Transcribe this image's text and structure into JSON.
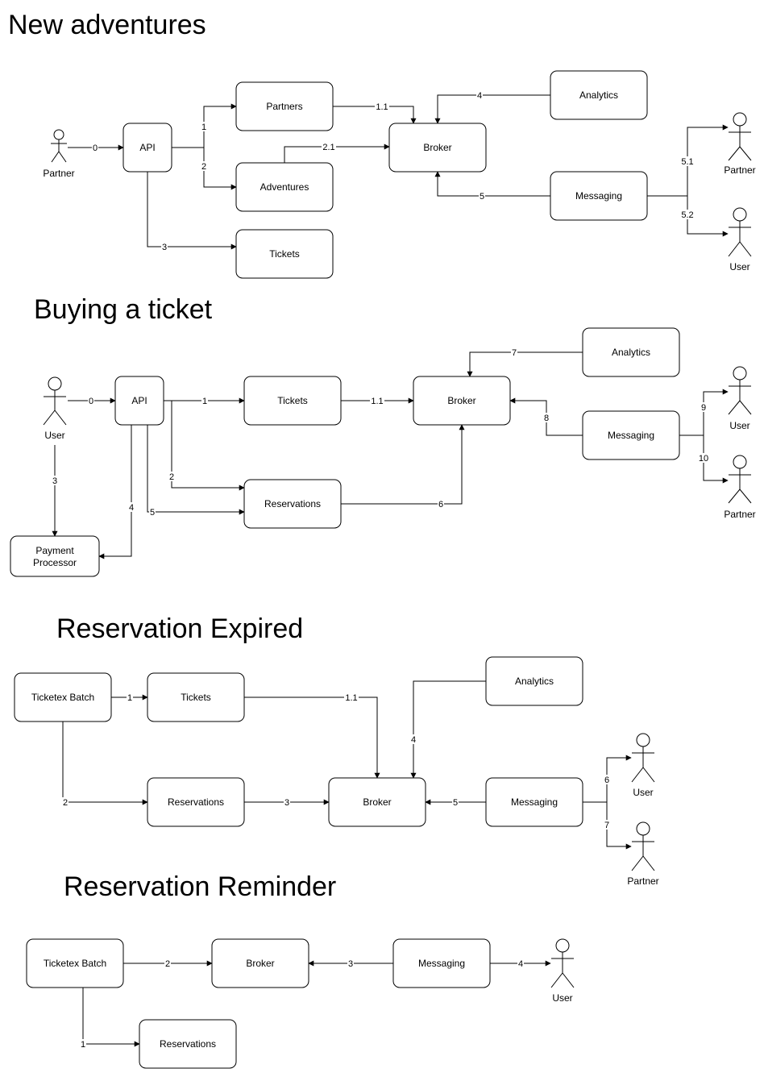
{
  "sections": [
    {
      "title": "New adventures",
      "nodes": {
        "api": "API",
        "partners": "Partners",
        "adventures": "Adventures",
        "tickets": "Tickets",
        "broker": "Broker",
        "analytics": "Analytics",
        "messaging": "Messaging"
      },
      "actors": {
        "partner_src": "Partner",
        "partner_dst": "Partner",
        "user_dst": "User"
      },
      "edges": [
        "0",
        "1",
        "2",
        "3",
        "1.1",
        "2.1",
        "4",
        "5",
        "5.1",
        "5.2"
      ]
    },
    {
      "title": "Buying a ticket",
      "nodes": {
        "api": "API",
        "tickets": "Tickets",
        "broker": "Broker",
        "analytics": "Analytics",
        "messaging": "Messaging",
        "reservations": "Reservations",
        "payment": "Payment Processor"
      },
      "actors": {
        "user_src": "User",
        "user_dst": "User",
        "partner_dst": "Partner"
      },
      "edges": [
        "0",
        "1",
        "1.1",
        "7",
        "8",
        "9",
        "10",
        "2",
        "5",
        "6",
        "3",
        "4"
      ]
    },
    {
      "title": "Reservation Expired",
      "nodes": {
        "batch": "Ticketex Batch",
        "tickets": "Tickets",
        "analytics": "Analytics",
        "reservations": "Reservations",
        "broker": "Broker",
        "messaging": "Messaging"
      },
      "actors": {
        "user_dst": "User",
        "partner_dst": "Partner"
      },
      "edges": [
        "1",
        "1.1",
        "4",
        "2",
        "3",
        "5",
        "6",
        "7"
      ]
    },
    {
      "title": "Reservation Reminder",
      "nodes": {
        "batch": "Ticketex Batch",
        "broker": "Broker",
        "messaging": "Messaging",
        "reservations": "Reservations"
      },
      "actors": {
        "user_dst": "User"
      },
      "edges": [
        "2",
        "3",
        "4",
        "1"
      ]
    }
  ]
}
